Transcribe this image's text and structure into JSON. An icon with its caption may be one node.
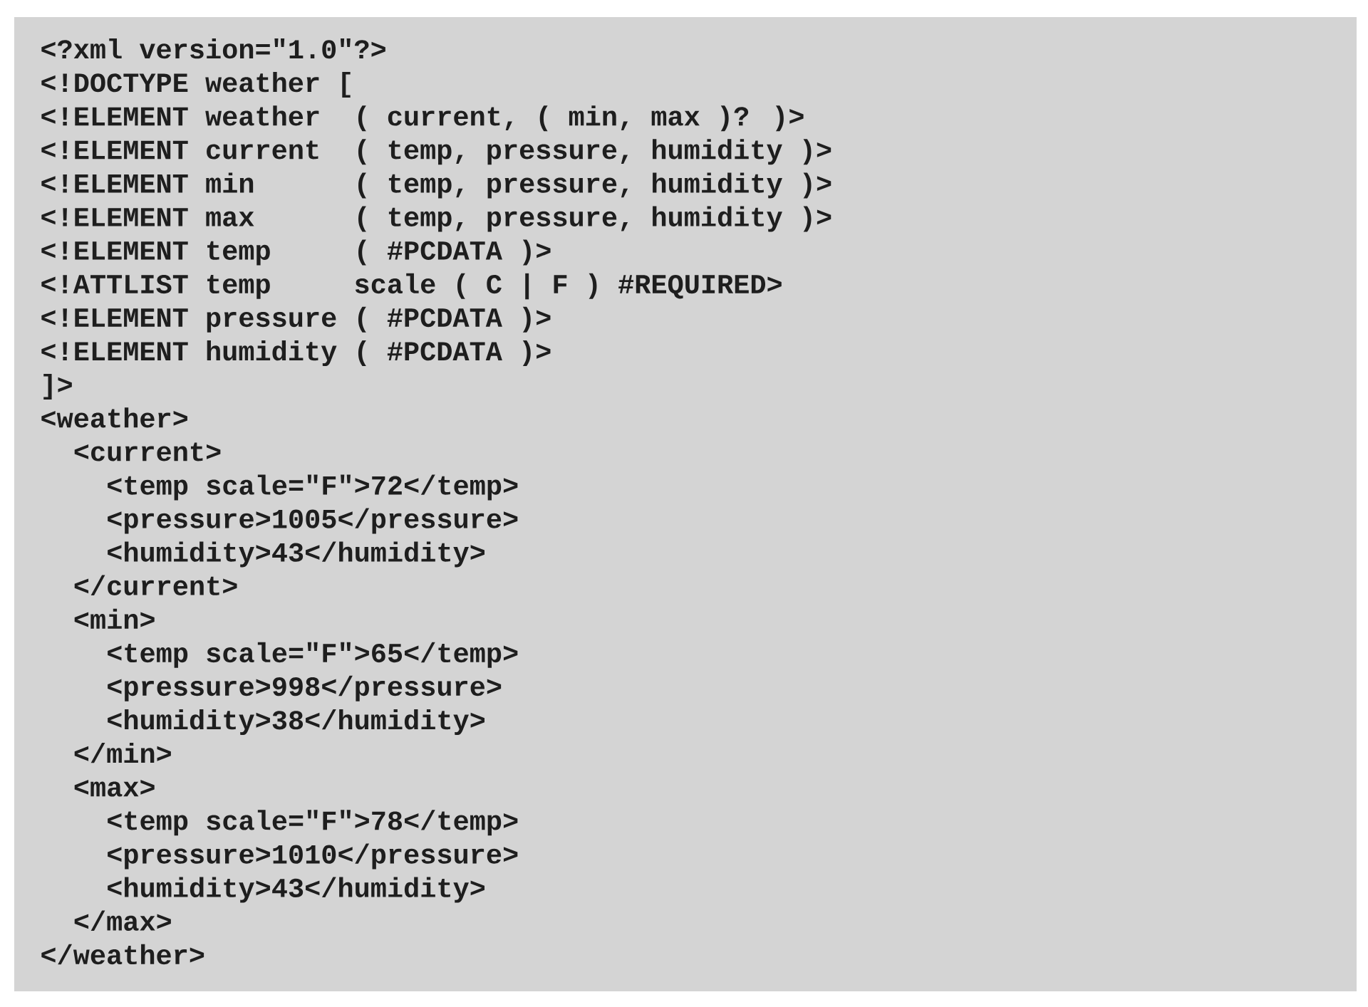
{
  "diagram": {
    "labels": [
      "<?xml version=\"1.0\"?>",
      "<!DOCTYPE weather [",
      "<!ELEMENT weather  ( current, ( min, max )? )>",
      "<!ELEMENT current  ( temp, pressure, humidity )>",
      "<!ELEMENT min      ( temp, pressure, humidity )>",
      "<!ELEMENT max      ( temp, pressure, humidity )>",
      "<!ELEMENT temp     ( #PCDATA )>",
      "<!ATTLIST temp     scale ( C | F ) #REQUIRED>",
      "<!ELEMENT pressure ( #PCDATA )>",
      "<!ELEMENT humidity ( #PCDATA )>",
      "]>",
      "<weather>",
      "<current>",
      "<temp scale=\"F\">72</temp>",
      "<pressure>1005</pressure>",
      "<humidity>43</humidity>",
      "</current>",
      "<min>",
      "<temp scale=\"F\">65</temp>",
      "<pressure>998</pressure>",
      "<humidity>38</humidity>",
      "</min>",
      "<max>",
      "<temp scale=\"F\">78</temp>",
      "<pressure>1010</pressure>",
      "<humidity>43</humidity>",
      "</max>",
      "</weather>"
    ]
  }
}
